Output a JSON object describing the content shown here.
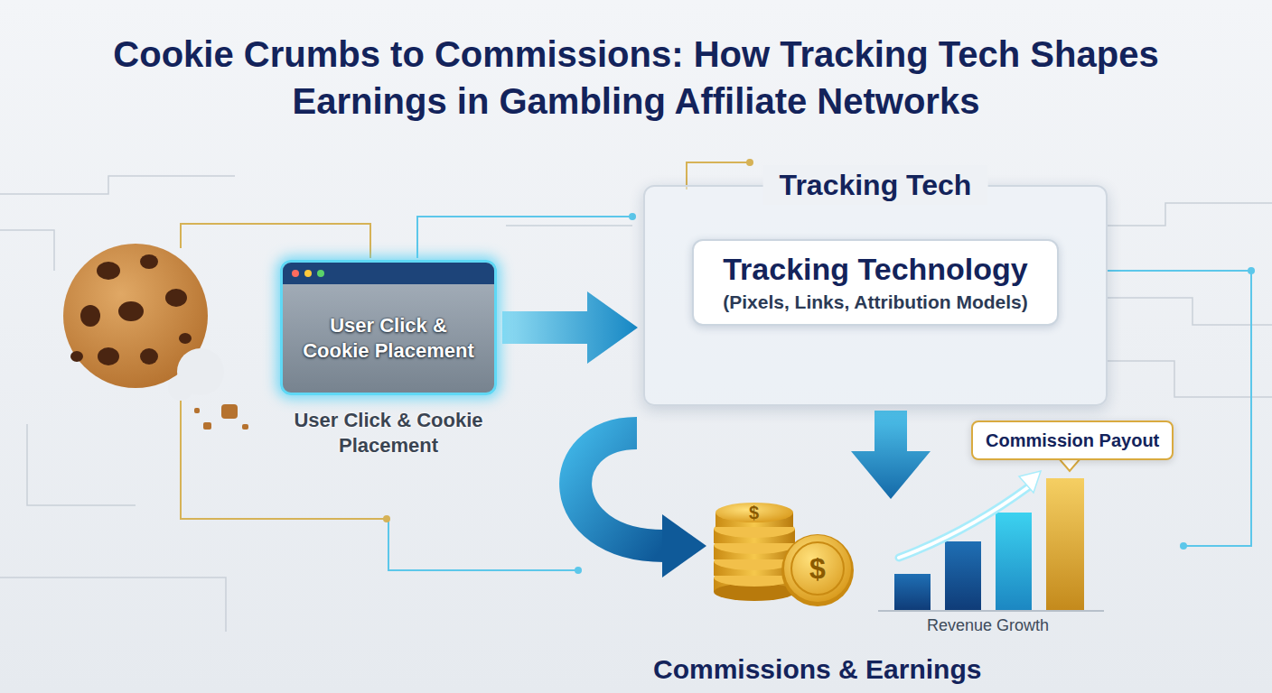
{
  "diagram": {
    "title": "Cookie Crumbs to Commissions: How Tracking Tech Shapes Earnings in Gambling Affiliate Networks",
    "nodes": [
      {
        "text": [
          "User Click & Cookie Placement",
          "User Click & Cookie Placement"
        ]
      },
      {
        "text": [
          "Tracking Tech"
        ]
      },
      {
        "text": [
          "Tracking Technology",
          "(Pixels, Links, Attribution Models)"
        ],
        "in": 1
      },
      {
        "text": [
          "Commission Payout"
        ]
      }
    ],
    "edges": [
      {
        "from": 0,
        "to": 1,
        "arrow": "to"
      }
    ],
    "labels": [
      "$",
      "$",
      "Revenue Growth",
      "Commissions & Earnings"
    ]
  }
}
